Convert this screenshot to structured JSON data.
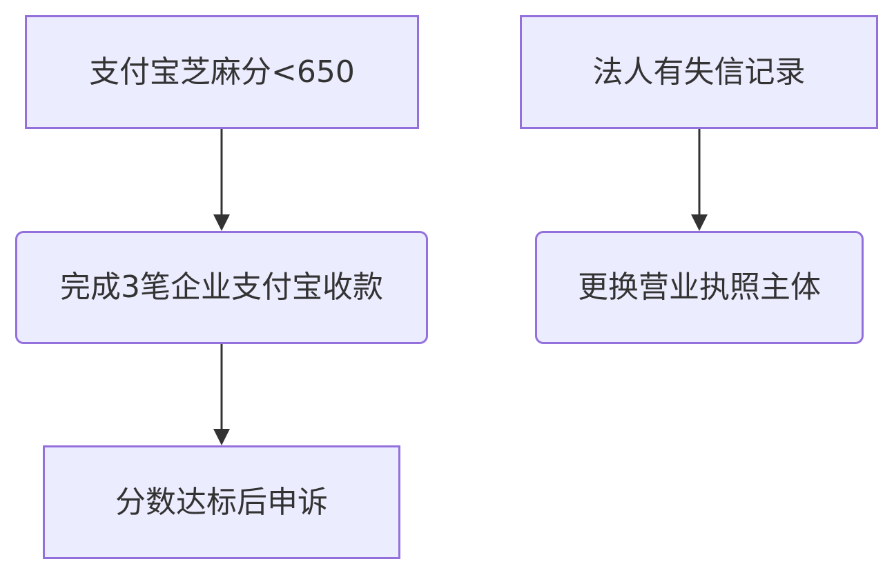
{
  "nodes": [
    {
      "id": "n1",
      "label": "支付宝芝麻分<650",
      "shape": "rect"
    },
    {
      "id": "n2",
      "label": "完成3笔企业支付宝收款",
      "shape": "rounded"
    },
    {
      "id": "n3",
      "label": "分数达标后申诉",
      "shape": "rect"
    },
    {
      "id": "n4",
      "label": "法人有失信记录",
      "shape": "rect"
    },
    {
      "id": "n5",
      "label": "更换营业执照主体",
      "shape": "rounded"
    }
  ],
  "edges": [
    {
      "from": "n1",
      "to": "n2"
    },
    {
      "from": "n2",
      "to": "n3"
    },
    {
      "from": "n4",
      "to": "n5"
    }
  ],
  "colors": {
    "node_fill": "#ececff",
    "node_border": "#9370db",
    "edge": "#333333",
    "text": "#333333"
  }
}
